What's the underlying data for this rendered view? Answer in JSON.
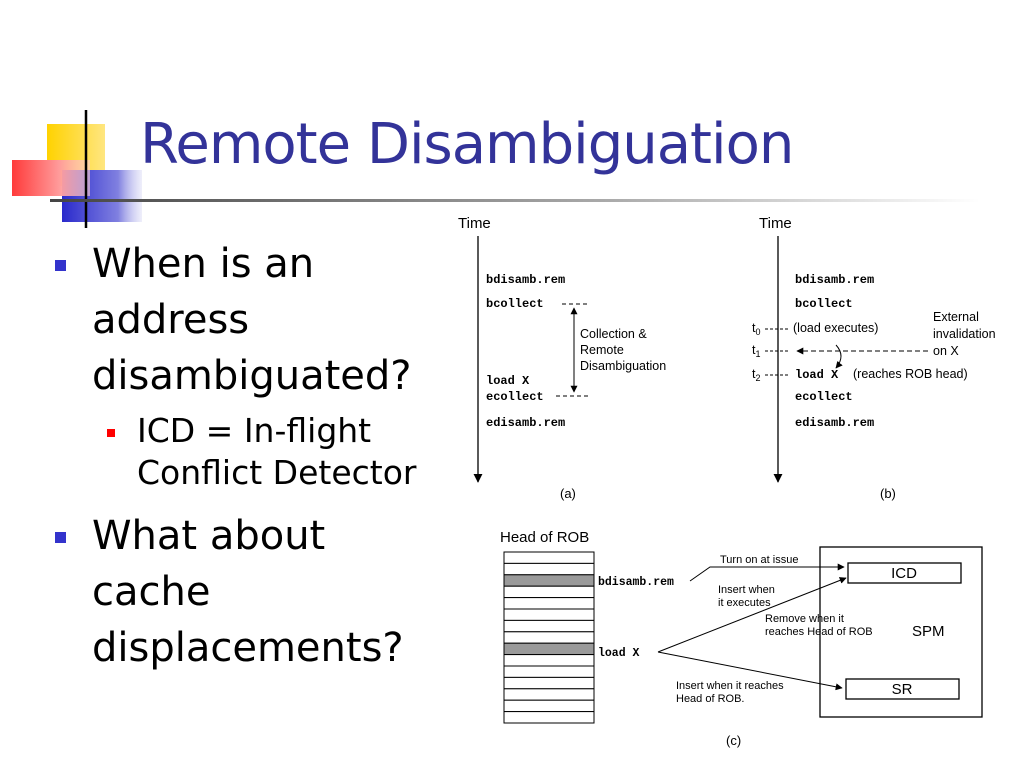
{
  "slide": {
    "title": "Remote Disambiguation",
    "bullets": [
      {
        "text": "When is an address disambiguated?",
        "lines": [
          "When is an",
          "address",
          "disambiguated?"
        ]
      },
      {
        "text": "ICD = In-flight Conflict Detector",
        "lines": [
          "ICD = In-flight",
          "Conflict Detector"
        ],
        "level": 2
      },
      {
        "text": "What about cache displacements?",
        "lines": [
          "What about",
          "cache",
          "displacements?"
        ]
      }
    ]
  },
  "figure": {
    "panel_a": {
      "time_label": "Time",
      "events": [
        "bdisamb.rem",
        "bcollect",
        "load X",
        "ecollect",
        "edisamb.rem"
      ],
      "span_label": [
        "Collection &",
        "Remote",
        "Disambiguation"
      ],
      "caption": "(a)"
    },
    "panel_b": {
      "time_label": "Time",
      "events": [
        "bdisamb.rem",
        "bcollect",
        "(load executes)",
        "load X",
        "(reaches ROB head)",
        "ecollect",
        "edisamb.rem"
      ],
      "t_labels": [
        "t",
        "t",
        "t"
      ],
      "t_subs": [
        "0",
        "1",
        "2"
      ],
      "external_label": [
        "External",
        "invalidation",
        "on X"
      ],
      "caption": "(b)"
    },
    "panel_c": {
      "rob_label": "Head of ROB",
      "rob_entries": [
        "bdisamb.rem",
        "load X"
      ],
      "arrow_labels": {
        "turn_on": "Turn on at issue",
        "insert_exec": [
          "Insert when",
          "it executes"
        ],
        "remove_head": [
          "Remove when it",
          "reaches Head of ROB"
        ],
        "insert_head": [
          "Insert when it reaches",
          "Head of ROB."
        ]
      },
      "boxes": {
        "icd": "ICD",
        "spm": "SPM",
        "sr": "SR"
      },
      "caption": "(c)"
    }
  }
}
